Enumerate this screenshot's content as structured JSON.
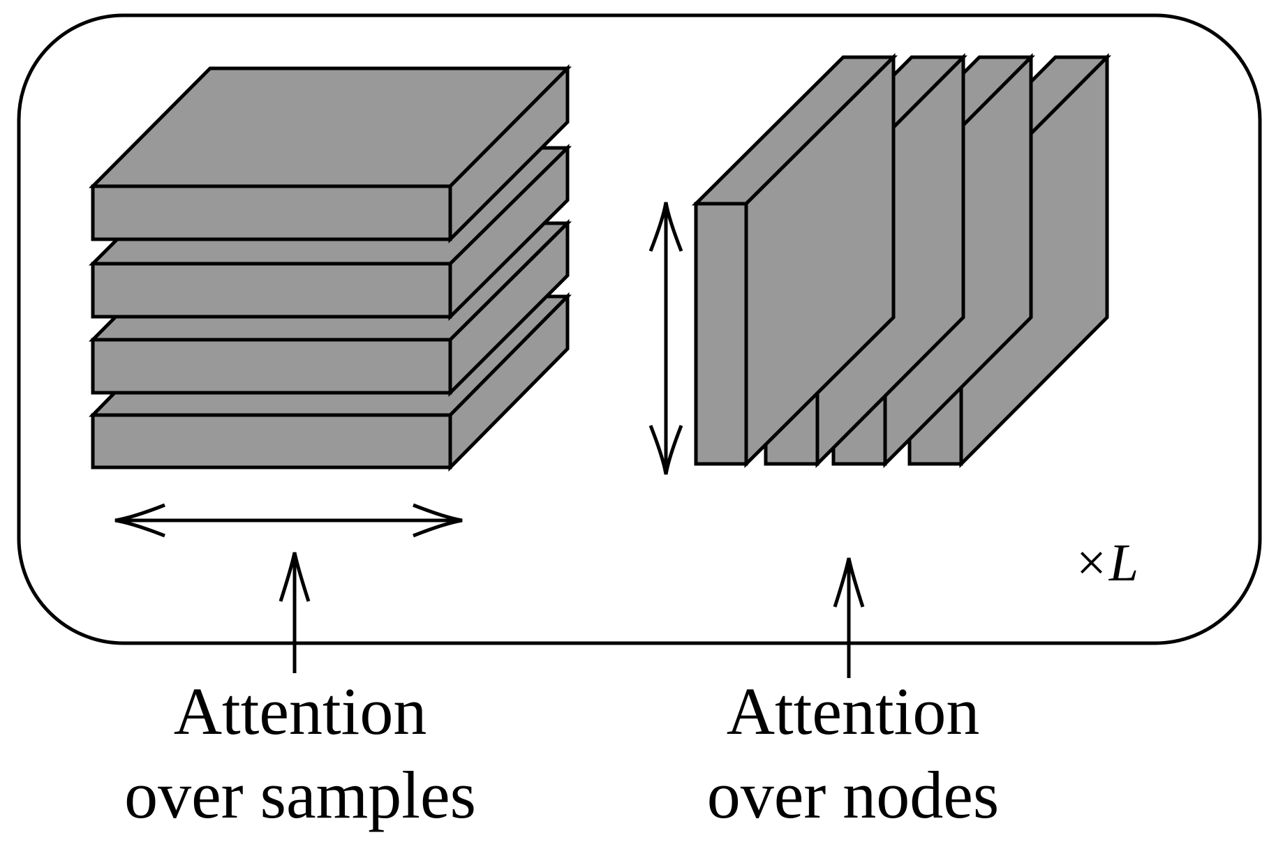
{
  "diagram": {
    "repeat_label": {
      "symbol": "×",
      "variable": "L"
    },
    "left_block": {
      "caption_line1": "Attention",
      "caption_line2": "over samples",
      "slab_count": 4,
      "slab_orientation": "horizontal",
      "arrow_direction": "horizontal-bidirectional"
    },
    "right_block": {
      "caption_line1": "Attention",
      "caption_line2": "over nodes",
      "slab_count": 4,
      "slab_orientation": "vertical",
      "arrow_direction": "vertical-bidirectional"
    },
    "colors": {
      "slab_fill": "#999999",
      "stroke": "#000000",
      "background": "#ffffff"
    }
  }
}
